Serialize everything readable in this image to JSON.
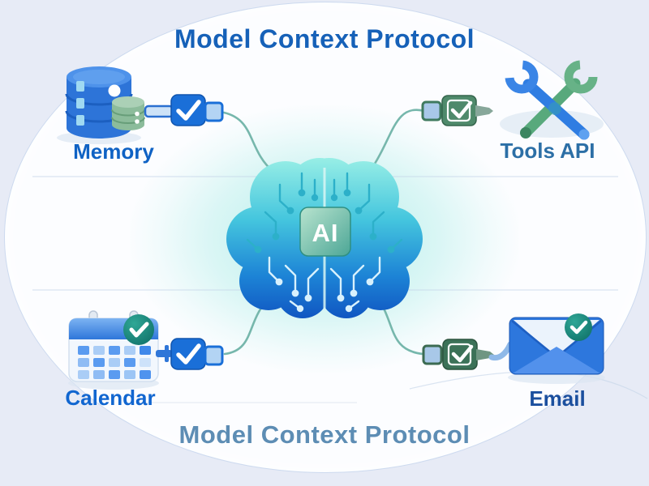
{
  "titles": {
    "top": "Model Context Protocol",
    "bottom": "Model Context Protocol"
  },
  "brain": {
    "chip_label": "AI",
    "icon": "circuit-brain-icon"
  },
  "nodes": [
    {
      "id": "memory",
      "label": "Memory",
      "icon": "database-icon",
      "connector": "usb-plug-check-blue",
      "position": "top-left"
    },
    {
      "id": "tools",
      "label": "Tools API",
      "icon": "crossed-wrenches-icon",
      "connector": "usb-plug-check-green",
      "position": "top-right"
    },
    {
      "id": "calendar",
      "label": "Calendar",
      "icon": "calendar-icon",
      "badge": "check-badge",
      "connector": "usb-plug-check-blue",
      "position": "bottom-left"
    },
    {
      "id": "email",
      "label": "Email",
      "icon": "envelope-icon",
      "badge": "check-badge",
      "connector": "usb-plug-check-green",
      "position": "bottom-right"
    }
  ],
  "colors": {
    "background": "#e7ebf6",
    "canvas": "#fcfdff",
    "title_top": "#1661b8",
    "title_bottom": "#5d8db4",
    "label_blue": "#0f62c4",
    "label_muted": "#2c6fa6",
    "brain_gradient_top": "#9bf0e6",
    "brain_gradient_bottom": "#0f52c0",
    "chip_teal": "#53ab9c",
    "badge_teal": "#168a7d",
    "connector_blue": "#1a6fd8",
    "connector_green": "#41775c",
    "cable": "#76b7ac",
    "glow": "#7be2d8"
  }
}
